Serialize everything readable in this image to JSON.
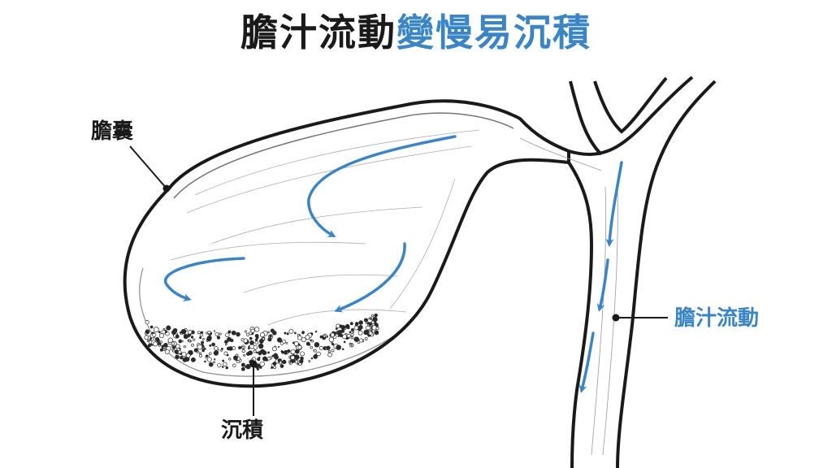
{
  "title": {
    "dark_part": "膽汁流動",
    "accent_part": "變慢易沉積"
  },
  "labels": {
    "gallbladder": "膽囊",
    "sediment": "沉積",
    "bile_flow": "膽汁流動"
  },
  "colors": {
    "ink": "#1a1a1a",
    "accent": "#3a85c6"
  }
}
